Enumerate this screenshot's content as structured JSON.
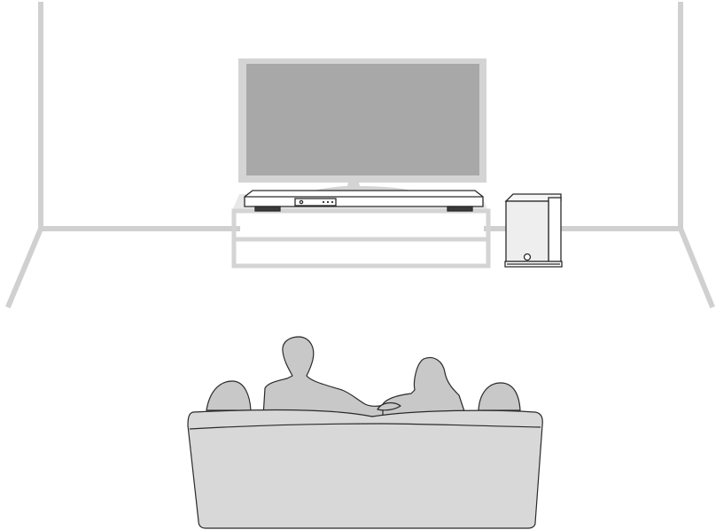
{
  "scene": {
    "subject": "home-theater-setup",
    "components": [
      "room-walls",
      "tv",
      "sound-bar",
      "tv-stand",
      "subwoofer",
      "sofa",
      "listeners"
    ]
  },
  "colors": {
    "background": "#ffffff",
    "wall_line": "#d0d0d0",
    "fill_light": "#d8d8d8",
    "fill_mid": "#c8c8c8",
    "screen": "#a8a8a8",
    "outline": "#2a2a2a",
    "speaker_front": "#eeeeee"
  }
}
